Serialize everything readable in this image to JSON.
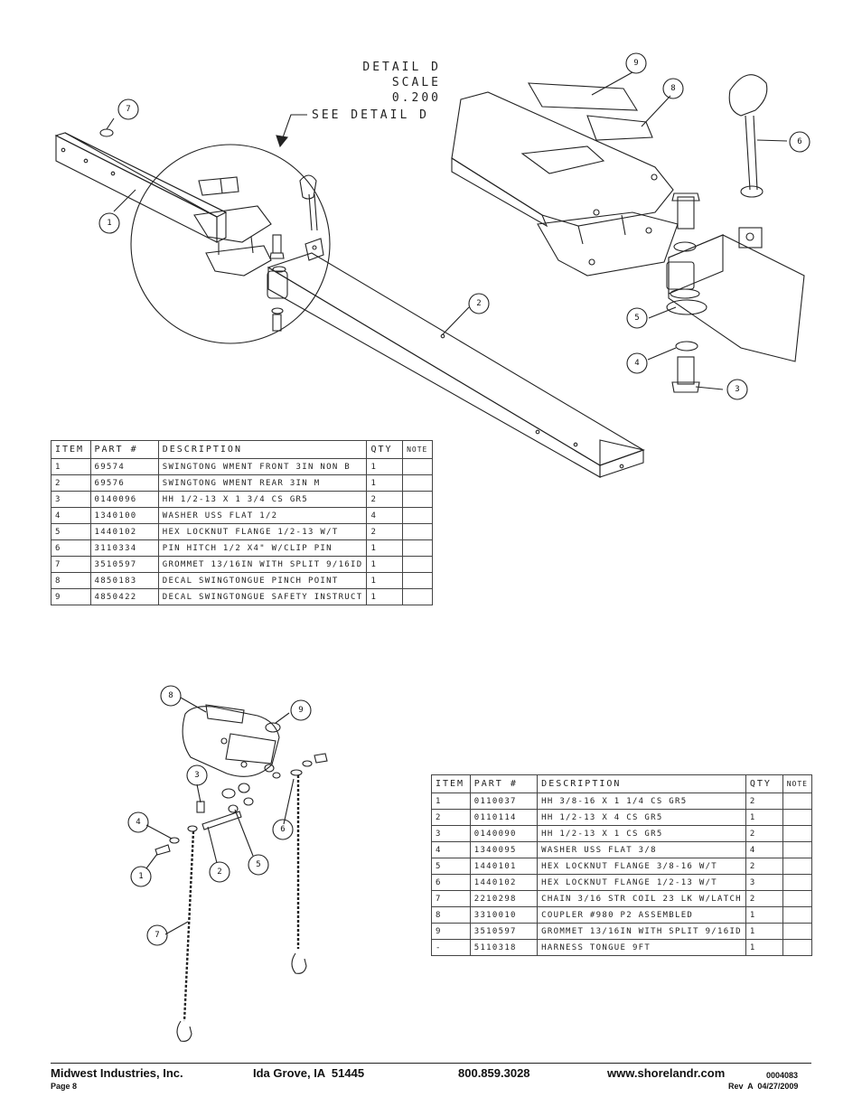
{
  "detail_title": {
    "line1": "DETAIL D",
    "line2": "SCALE 0.200"
  },
  "see_detail": "SEE DETAIL D",
  "balloons_top": [
    "1",
    "2",
    "3",
    "4",
    "5",
    "6",
    "7",
    "8",
    "9"
  ],
  "balloons_bottom": [
    "1",
    "2",
    "3",
    "4",
    "5",
    "6",
    "7",
    "8",
    "9"
  ],
  "table1": {
    "headers": [
      "ITEM",
      "PART #",
      "DESCRIPTION",
      "QTY",
      "NOTE"
    ],
    "rows": [
      [
        "1",
        "69574",
        "SWINGTONG WMENT FRONT 3IN NON B",
        "1",
        ""
      ],
      [
        "2",
        "69576",
        "SWINGTONG WMENT REAR 3IN M",
        "1",
        ""
      ],
      [
        "3",
        "0140096",
        "HH 1/2-13 X 1 3/4 CS GR5",
        "2",
        ""
      ],
      [
        "4",
        "1340100",
        "WASHER USS FLAT 1/2",
        "4",
        ""
      ],
      [
        "5",
        "1440102",
        "HEX LOCKNUT FLANGE 1/2-13 W/T",
        "2",
        ""
      ],
      [
        "6",
        "3110334",
        "PIN HITCH 1/2 X4\" W/CLIP PIN",
        "1",
        ""
      ],
      [
        "7",
        "3510597",
        "GROMMET 13/16IN WITH SPLIT 9/16ID",
        "1",
        ""
      ],
      [
        "8",
        "4850183",
        "DECAL SWINGTONGUE PINCH POINT",
        "1",
        ""
      ],
      [
        "9",
        "4850422",
        "DECAL SWINGTONGUE SAFETY INSTRUCT",
        "1",
        ""
      ]
    ]
  },
  "table2": {
    "headers": [
      "ITEM",
      "PART #",
      "DESCRIPTION",
      "QTY",
      "NOTE"
    ],
    "rows": [
      [
        "1",
        "0110037",
        "HH 3/8-16 X 1 1/4 CS GR5",
        "2",
        ""
      ],
      [
        "2",
        "0110114",
        "HH 1/2-13 X 4 CS GR5",
        "1",
        ""
      ],
      [
        "3",
        "0140090",
        "HH 1/2-13 X 1 CS GR5",
        "2",
        ""
      ],
      [
        "4",
        "1340095",
        "WASHER USS FLAT 3/8",
        "4",
        ""
      ],
      [
        "5",
        "1440101",
        "HEX LOCKNUT FLANGE 3/8-16 W/T",
        "2",
        ""
      ],
      [
        "6",
        "1440102",
        "HEX LOCKNUT FLANGE 1/2-13 W/T",
        "3",
        ""
      ],
      [
        "7",
        "2210298",
        "CHAIN 3/16 STR COIL 23 LK W/LATCH",
        "2",
        ""
      ],
      [
        "8",
        "3310010",
        "COUPLER #980 P2 ASSEMBLED",
        "1",
        ""
      ],
      [
        "9",
        "3510597",
        "GROMMET 13/16IN WITH SPLIT 9/16ID",
        "1",
        ""
      ],
      [
        "-",
        "5110318",
        "HARNESS TONGUE 9FT",
        "1",
        ""
      ]
    ]
  },
  "footer": {
    "company": "Midwest Industries, Inc.",
    "city": "Ida Grove, IA  51445",
    "phone": "800.859.3028",
    "website": "www.shorelandr.com",
    "doc_number": "0004083",
    "page": "Page 8",
    "revision": "Rev  A  04/27/2009"
  }
}
